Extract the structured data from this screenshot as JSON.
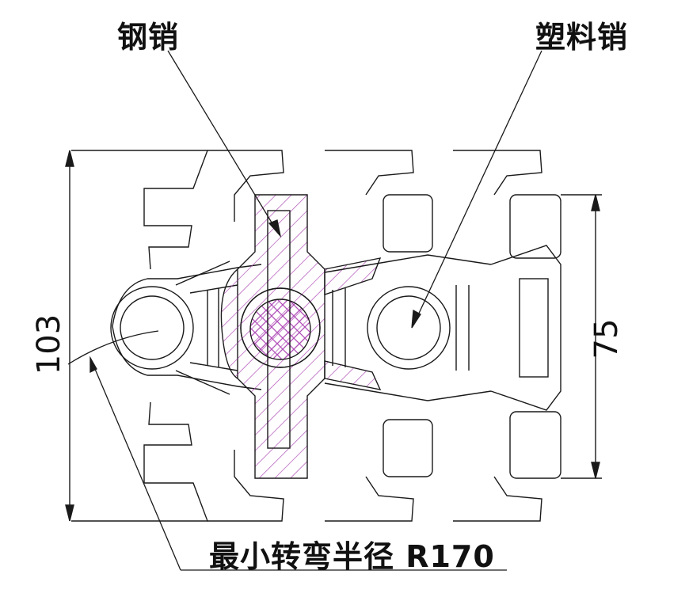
{
  "labels": {
    "steel_pin": "钢销",
    "plastic_pin": "塑料销",
    "min_radius": "最小转弯半径 R170"
  },
  "dimensions": {
    "overall_height": "103",
    "link_height": "75"
  },
  "colors": {
    "line": "#1a1a1a",
    "hatch": "#b04fb8",
    "background": "#ffffff"
  }
}
